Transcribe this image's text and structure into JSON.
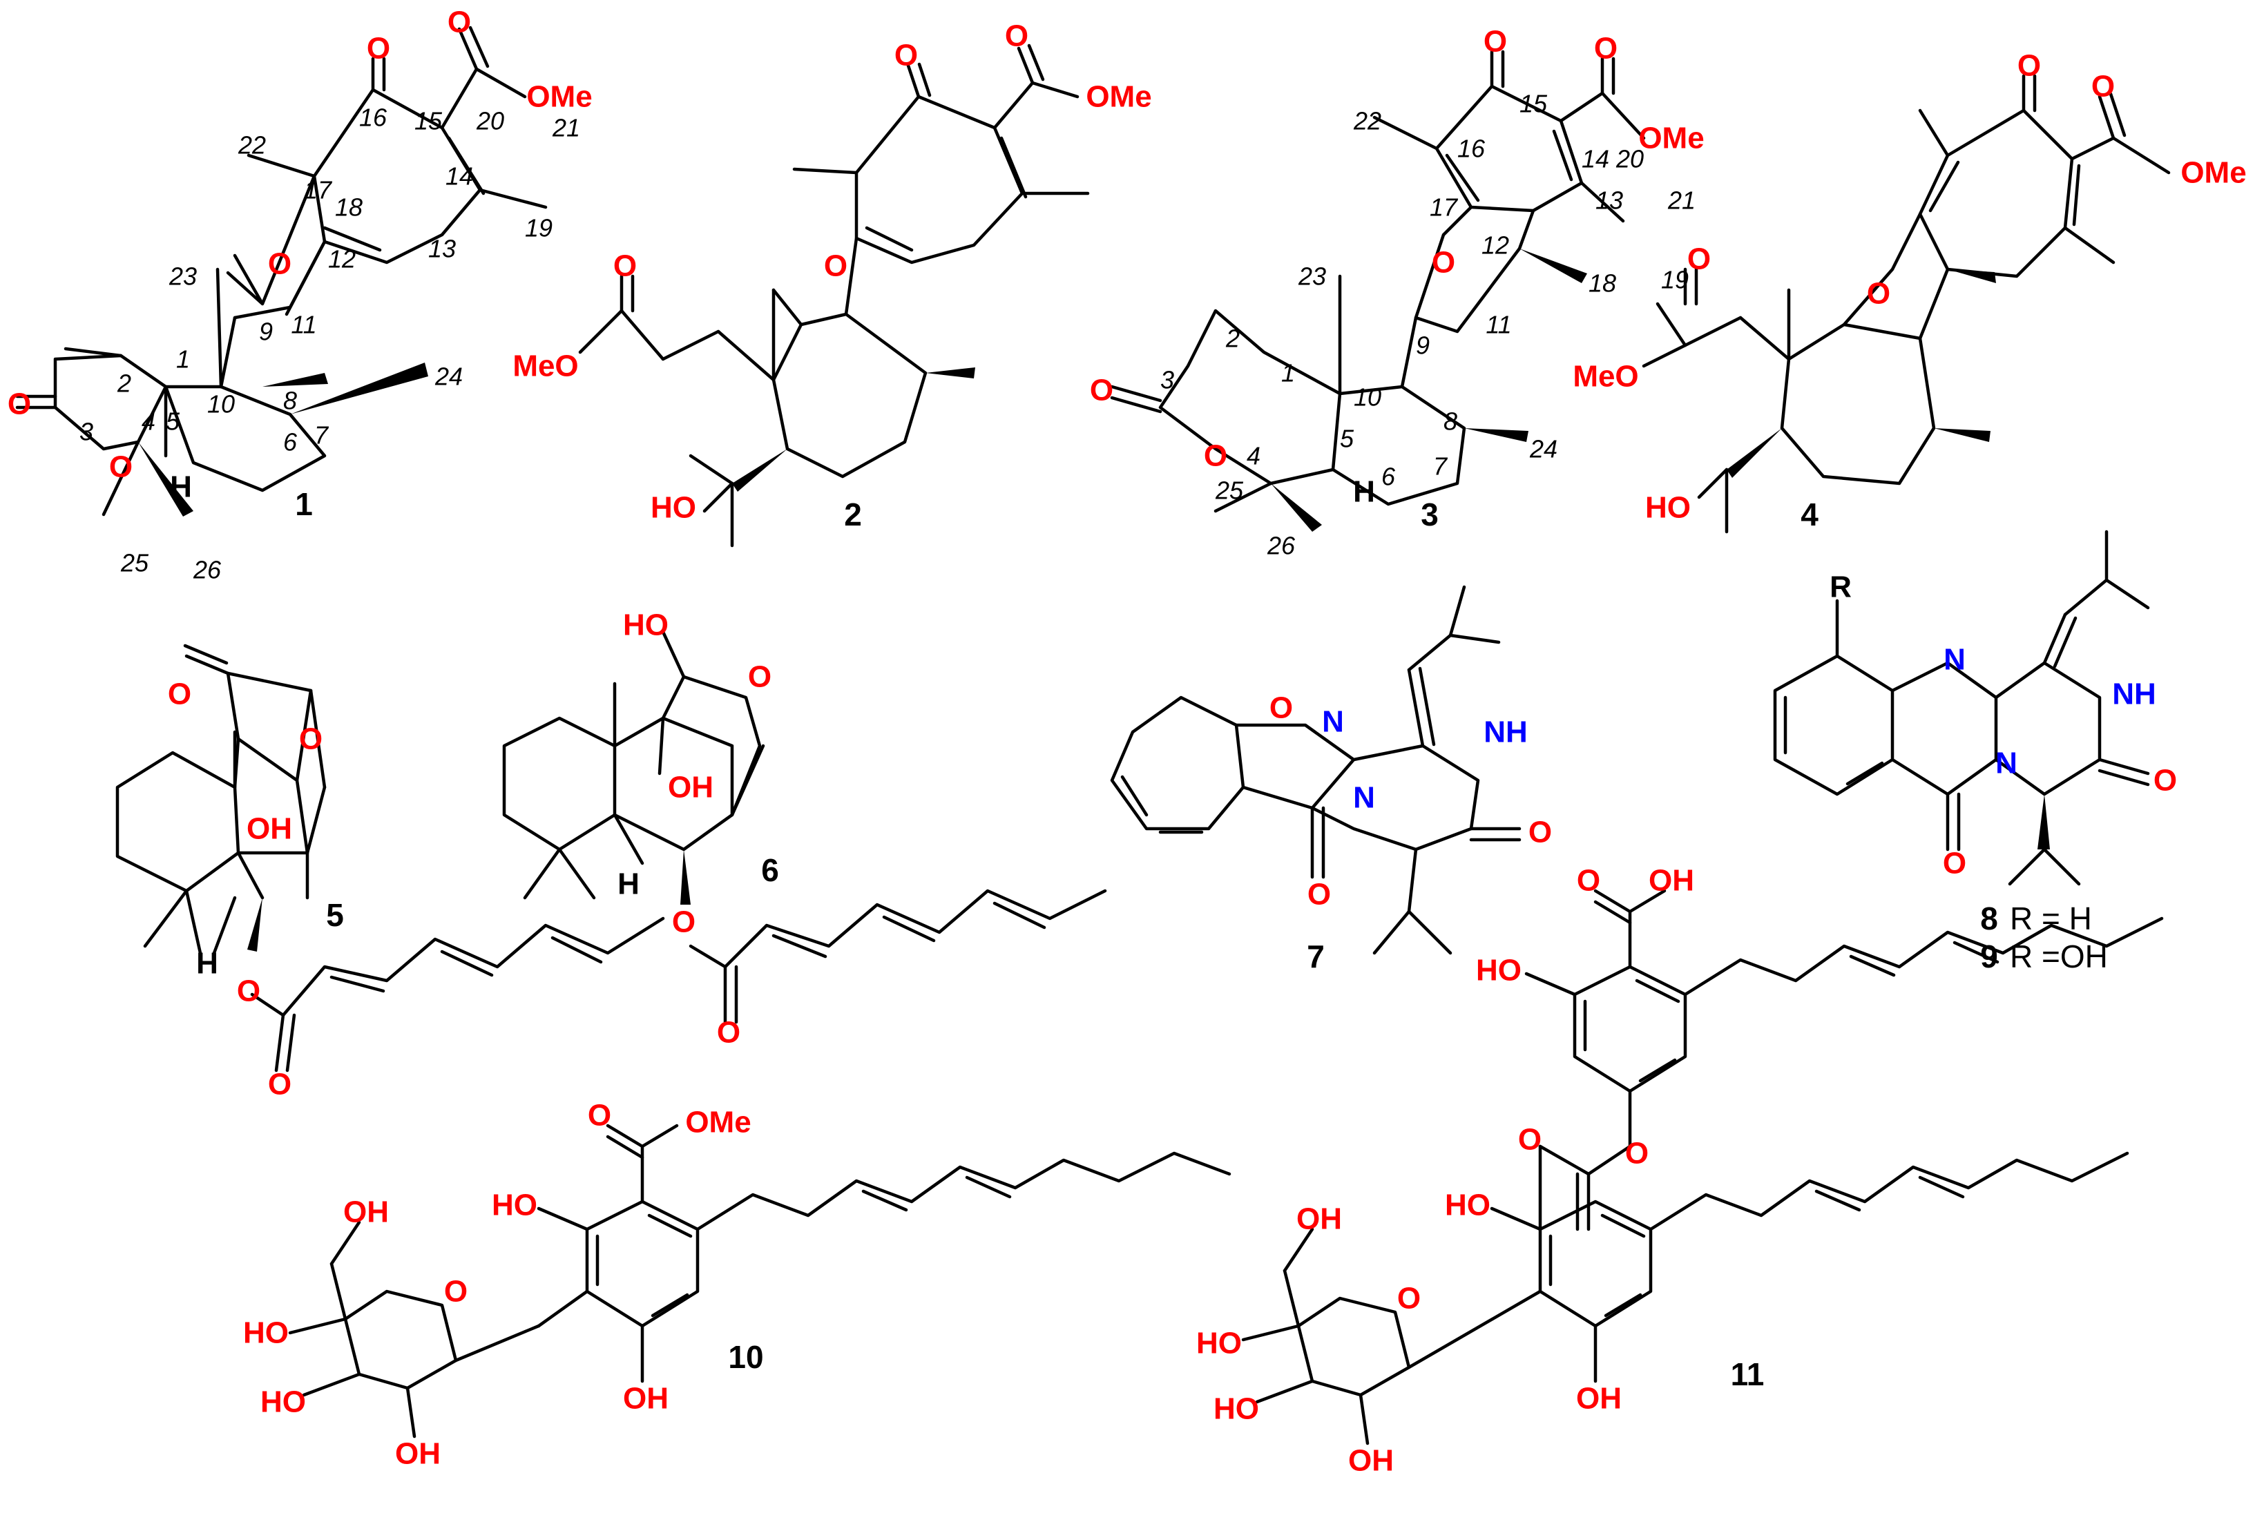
{
  "atom_labels": {
    "O": "O",
    "OMe": "OMe",
    "MeO": "MeO",
    "HO": "HO",
    "OH": "OH",
    "N": "N",
    "NH": "NH",
    "H": "H",
    "R": "R"
  },
  "compound_numbers": [
    "1",
    "2",
    "3",
    "4",
    "5",
    "6",
    "7",
    "8",
    "9",
    "10",
    "11"
  ],
  "r_groups": {
    "c8": "R = H",
    "c9": "R =OH"
  },
  "carbon_numbering_1": [
    "1",
    "2",
    "3",
    "4",
    "5",
    "6",
    "7",
    "8",
    "9",
    "10",
    "11",
    "12",
    "13",
    "14",
    "15",
    "16",
    "17",
    "18",
    "19",
    "20",
    "21",
    "22",
    "23",
    "24",
    "25",
    "26"
  ],
  "carbon_numbering_3": [
    "1",
    "2",
    "3",
    "4",
    "5",
    "6",
    "7",
    "8",
    "9",
    "10",
    "11",
    "12",
    "13",
    "14",
    "15",
    "16",
    "17",
    "18",
    "19",
    "20",
    "21",
    "22",
    "23",
    "24",
    "25",
    "26"
  ],
  "colors": {
    "oxygen": "#ff0000",
    "nitrogen": "#0000ff",
    "carbon_bond": "#000000"
  }
}
